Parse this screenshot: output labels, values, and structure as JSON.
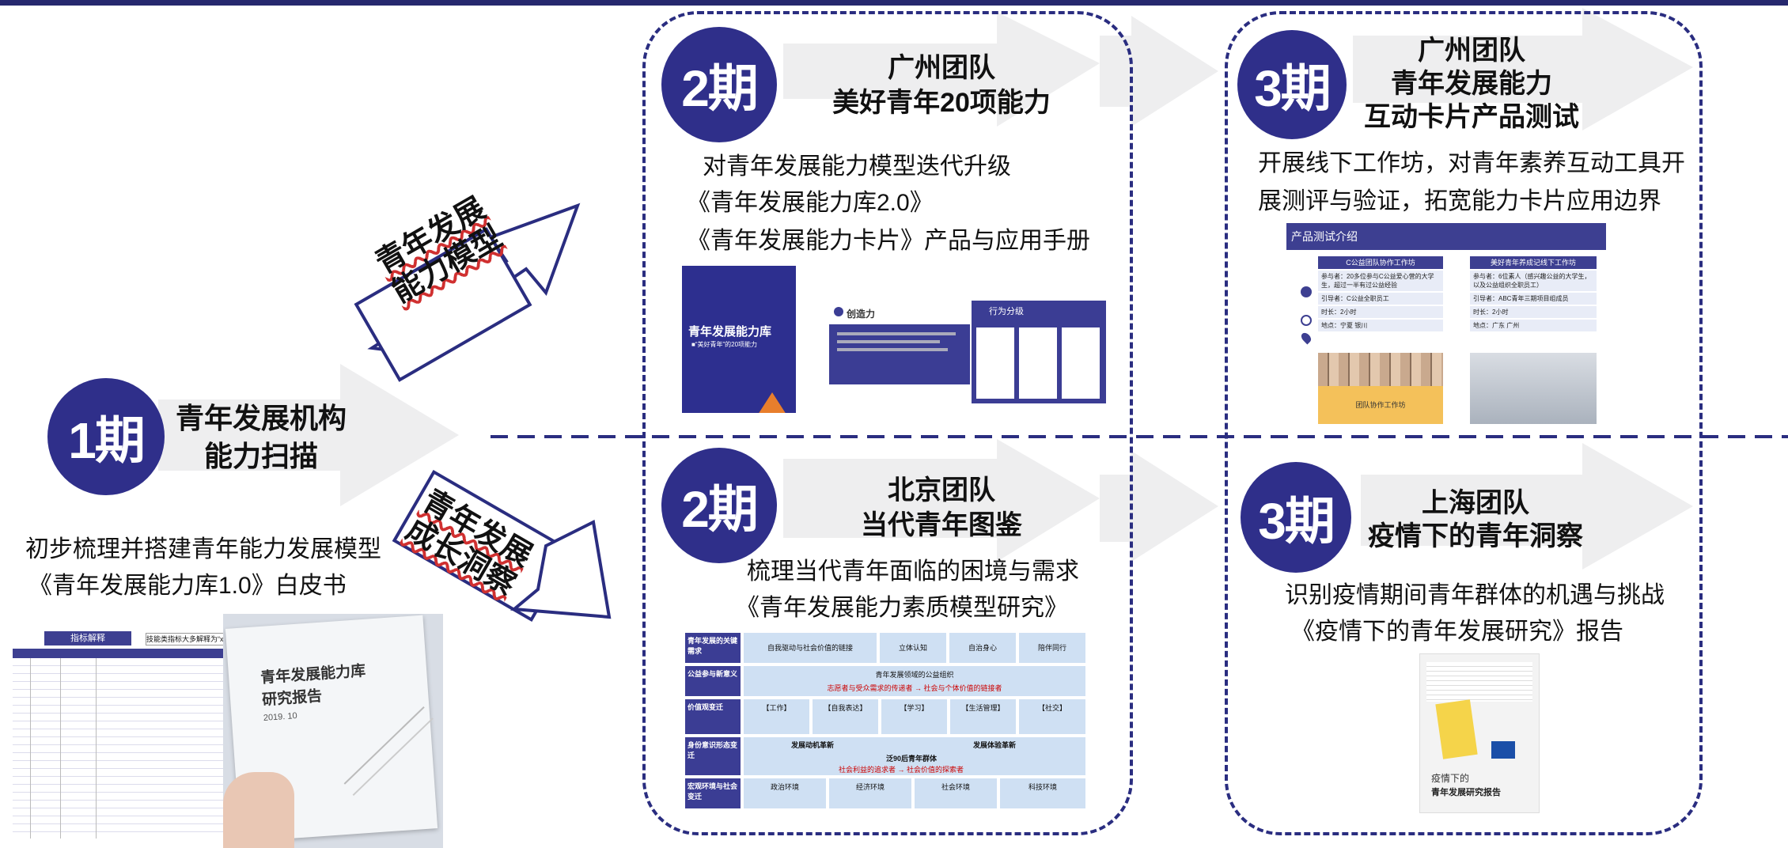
{
  "phase1": {
    "badge": "1期",
    "title": "青年发展机构能力扫描",
    "desc_lines": [
      "初步梳理并搭建青年能力发展模型",
      "《青年发展能力库1.0》白皮书"
    ],
    "table_header": "指标解释",
    "table_search": "技能类指标大多解释为“xxx",
    "book_title_1": "青年发展能力库",
    "book_title_2": "研究报告",
    "book_date": "2019. 10"
  },
  "branch_up": {
    "line1": "青年发展",
    "line2": "能力模型"
  },
  "branch_down": {
    "line1": "青年发展",
    "line2": "成长洞察"
  },
  "phase2_top": {
    "badge": "2期",
    "title_line1": "广州团队",
    "title_line2": "美好青年20项能力",
    "desc_lines": [
      "对青年发展能力模型迭代升级",
      "《青年发展能力库2.0》",
      "《青年发展能力卡片》产品与应用手册"
    ],
    "cover_title": "青年发展能力库",
    "cover_sub": "■“美好青年”的20项能力",
    "card_center_label": "创造力",
    "card_right_label": "行为分级"
  },
  "phase2_bottom": {
    "badge": "2期",
    "title_line1": "北京团队",
    "title_line2": "当代青年图鉴",
    "desc_lines": [
      "梳理当代青年面临的困境与需求",
      "《青年发展能力素质模型研究》"
    ],
    "table_rows": [
      {
        "head": "青年发展的关键需求",
        "cells": [
          "自我驱动与社会价值的链接",
          "立体认知",
          "自治身心",
          "陪伴同行"
        ]
      },
      {
        "head": "公益参与新意义",
        "cells": [
          "青年发展领域的公益组织",
          "志愿者与受众需求的传递者 → 社会与个体价值的链接者"
        ]
      },
      {
        "head": "价值观变迁",
        "cells": [
          "【工作】",
          "【自我表达】",
          "【学习】",
          "【生活管理】",
          "【社交】"
        ]
      },
      {
        "head": "身份意识形态变迁",
        "cells": [
          "发展动机革新",
          "发展体验革新",
          "泛90后青年群体",
          "社会利益的追求者 → 社会价值的探索者"
        ]
      },
      {
        "head": "宏观环境与社会变迁",
        "cells": [
          "政治环境",
          "经济环境",
          "社会环境",
          "科技环境"
        ]
      }
    ]
  },
  "phase3_top": {
    "badge": "3期",
    "title_line1": "广州团队",
    "title_line2": "青年发展能力",
    "title_line3": "互动卡片产品测试",
    "desc_lines": [
      "开展线下工作坊，对青年素养互动工具开",
      "展测评与验证，拓宽能力卡片应用边界"
    ],
    "panel_title": "产品测试介绍",
    "left_card_title": "C公益团队协作工作坊",
    "right_card_title": "美好青年养成记线下工作坊",
    "left_items": [
      "参与者：20多位参与C公益爱心营的大学生，超过一半有过公益经验",
      "引导者：C公益全职员工",
      "时长：2小时",
      "地点：宁夏 银川"
    ],
    "right_items": [
      "参与者：6位素人（感兴趣公益的大学生，以及公益组织全职员工）",
      "引导者：ABC青年三期项目组成员",
      "时长：2小时",
      "地点：广东 广州"
    ],
    "photo_caption": "团队协作工作坊"
  },
  "phase3_bottom": {
    "badge": "3期",
    "title_line1": "上海团队",
    "title_line2": "疫情下的青年洞察",
    "desc_lines": [
      "识别疫情期间青年群体的机遇与挑战",
      "《疫情下的青年发展研究》报告"
    ],
    "report_small": "疫情下的",
    "report_title": "青年发展研究报告"
  },
  "colors": {
    "navy": "#2f2f8a",
    "dash": "#2a2d80",
    "arrow_grey": "#eeeeef",
    "red": "#d03030"
  }
}
